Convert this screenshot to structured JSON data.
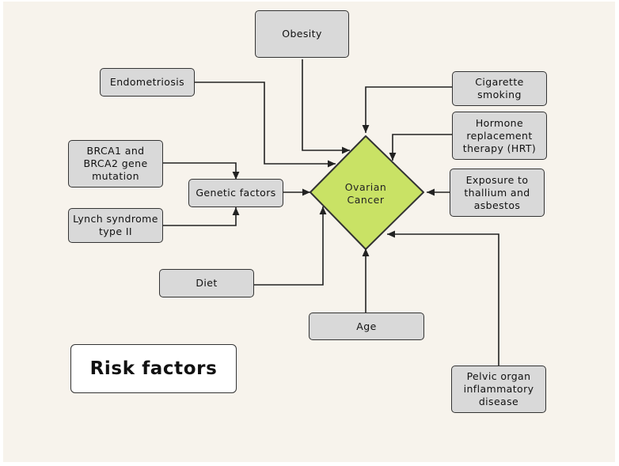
{
  "diagram": {
    "title": "Risk factors",
    "center": "Ovarian\nCancer",
    "nodes": {
      "obesity": "Obesity",
      "endometriosis": "Endometriosis",
      "brca": "BRCA1 and\nBRCA2 gene\nmutation",
      "genetic": "Genetic factors",
      "lynch": "Lynch syndrome\ntype II",
      "diet": "Diet",
      "age": "Age",
      "smoking": "Cigarette\nsmoking",
      "hrt": "Hormone\nreplacement\ntherapy (HRT)",
      "exposure": "Exposure to\nthallium and\nasbestos",
      "pelvic": "Pelvic organ\ninflammatory\ndisease"
    },
    "colors": {
      "background": "#f7f3ec",
      "node_fill": "#d9d9d9",
      "center_fill": "#c9e265",
      "stroke": "#333333"
    }
  }
}
